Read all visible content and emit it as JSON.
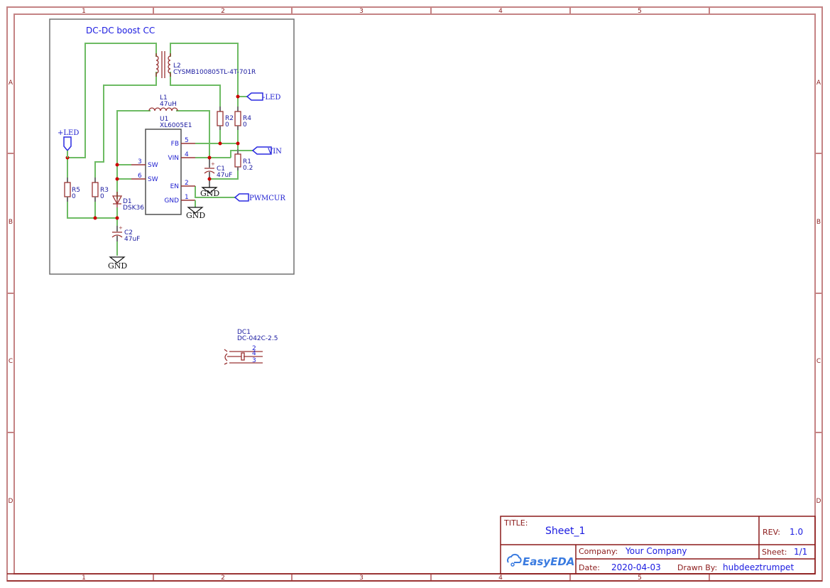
{
  "frame": {
    "columns": [
      "1",
      "2",
      "3",
      "4",
      "5"
    ],
    "rows": [
      "A",
      "B",
      "C",
      "D"
    ]
  },
  "schematic": {
    "group_title": "DC-DC boost CC",
    "components": {
      "L2": {
        "ref": "L2",
        "value": "CYSMB100805TL-4T-701R"
      },
      "L1": {
        "ref": "L1",
        "value": "47uH"
      },
      "U1": {
        "ref": "U1",
        "value": "XL6005E1",
        "pins": [
          {
            "num": "3",
            "name": "SW"
          },
          {
            "num": "6",
            "name": "SW"
          },
          {
            "num": "5",
            "name": "FB"
          },
          {
            "num": "4",
            "name": "VIN"
          },
          {
            "num": "2",
            "name": "EN"
          },
          {
            "num": "1",
            "name": "GND"
          }
        ]
      },
      "R2": {
        "ref": "R2",
        "value": "0"
      },
      "R4": {
        "ref": "R4",
        "value": "0"
      },
      "R1": {
        "ref": "R1",
        "value": "0.2"
      },
      "C1": {
        "ref": "C1",
        "value": "47uF"
      },
      "R5": {
        "ref": "R5",
        "value": "0"
      },
      "R3": {
        "ref": "R3",
        "value": "0"
      },
      "D1": {
        "ref": "D1",
        "value": "DSK36"
      },
      "C2": {
        "ref": "C2",
        "value": "47uF"
      },
      "DC1": {
        "ref": "DC1",
        "value": "DC-042C-2.5",
        "pins": [
          "2",
          "4",
          "3"
        ]
      }
    },
    "net_ports": {
      "led_minus": "-LED",
      "led_plus": "+LED",
      "vin": "VIN",
      "pwmcur": "PWMCUR"
    },
    "gnd_label": "GND"
  },
  "title_block": {
    "title_label": "TITLE:",
    "title_value": "Sheet_1",
    "rev_label": "REV:",
    "rev_value": "1.0",
    "company_label": "Company:",
    "company_value": "Your Company",
    "sheet_label": "Sheet:",
    "sheet_value": "1/1",
    "date_label": "Date:",
    "date_value": "2020-04-03",
    "drawn_by_label": "Drawn By:",
    "drawn_by_value": "hubdeeztrumpet",
    "logo_text": "EasyEDA"
  }
}
